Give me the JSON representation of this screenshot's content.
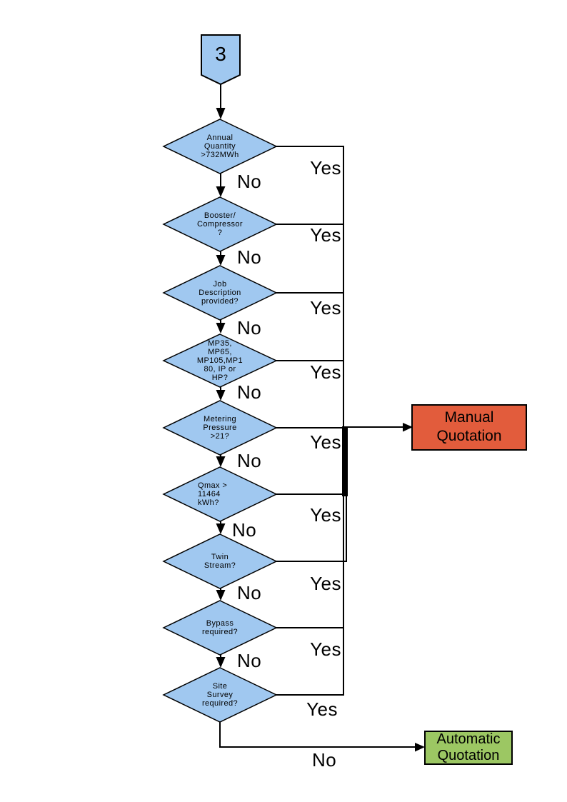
{
  "colors": {
    "decision_fill": "#A0C8F0",
    "manual_fill": "#E25C3C",
    "auto_fill": "#9CC763",
    "line": "#000000",
    "text": "#000000",
    "bg": "#FFFFFF"
  },
  "connector": {
    "label": "3"
  },
  "edge_labels": {
    "yes": "Yes",
    "no": "No"
  },
  "decisions": [
    {
      "id": "annual-quantity",
      "label": "Annual\nQuantity\n>732MWh"
    },
    {
      "id": "booster-compressor",
      "label": "Booster/\nCompressor\n?"
    },
    {
      "id": "job-description",
      "label": "Job\nDescription\nprovided?"
    },
    {
      "id": "meter-type",
      "label": "MP35,\nMP65,\nMP105,MP1\n80, IP or\nHP?"
    },
    {
      "id": "metering-pressure",
      "label": "Metering\nPressure\n>21?"
    },
    {
      "id": "qmax",
      "label": "Qmax >\n11464\nkWh?"
    },
    {
      "id": "twin-stream",
      "label": "Twin\nStream?"
    },
    {
      "id": "bypass",
      "label": "Bypass\nrequired?"
    },
    {
      "id": "site-survey",
      "label": "Site\nSurvey\nrequired?"
    }
  ],
  "outcomes": {
    "manual": {
      "label": "Manual\nQuotation"
    },
    "automatic": {
      "label": "Automatic\nQuotation"
    }
  }
}
